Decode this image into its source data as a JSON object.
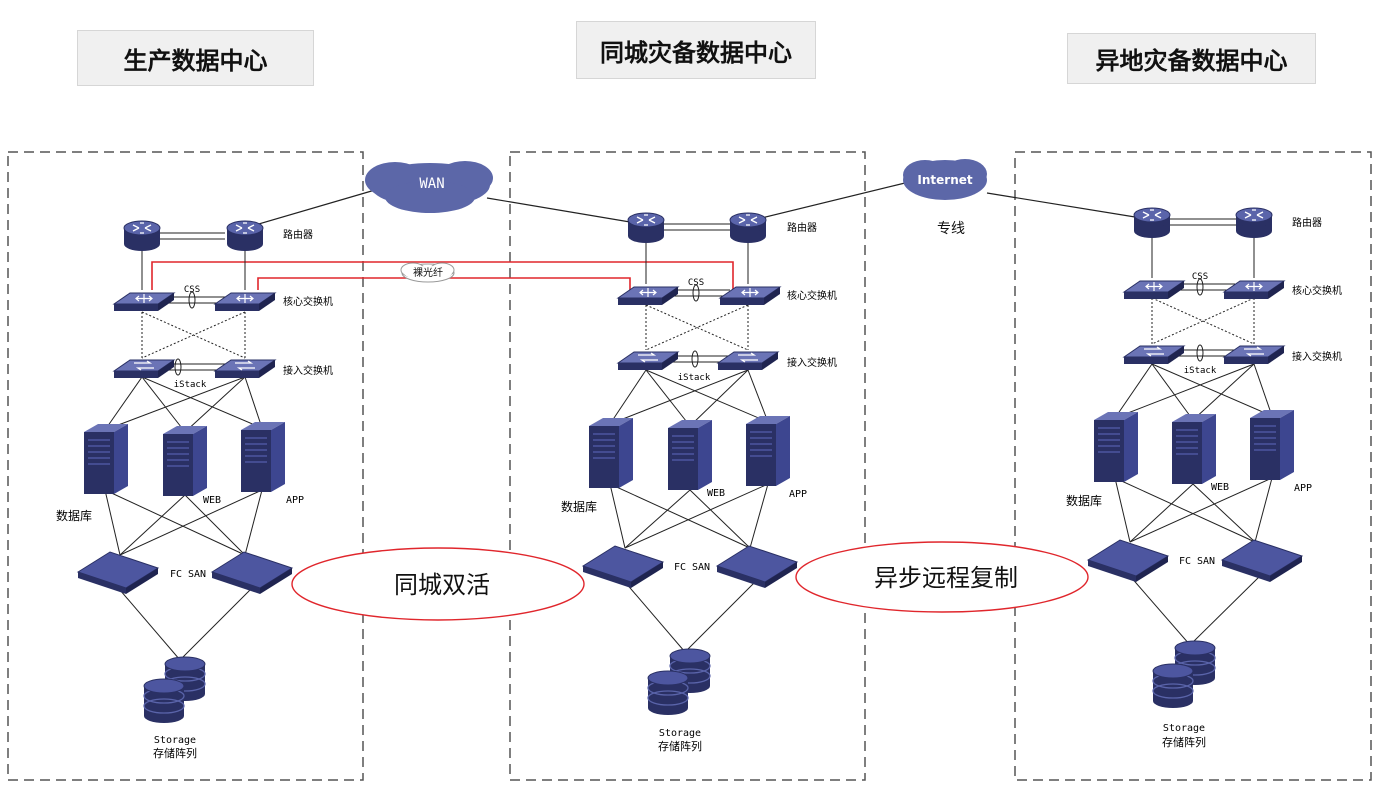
{
  "titles": {
    "production": "生产数据中心",
    "same_city": "同城灾备数据中心",
    "remote": "异地灾备数据中心"
  },
  "network": {
    "wan": "WAN",
    "internet": "Internet",
    "dedicated_line": "专线",
    "fiber": "裸光纤"
  },
  "device_labels": {
    "router": "路由器",
    "core_switch": "核心交换机",
    "access_switch": "接入交换机",
    "css": "CSS",
    "istack": "iStack",
    "database": "数据库",
    "web": "WEB",
    "app": "APP",
    "fc_san": "FC SAN",
    "storage": "Storage",
    "storage_cn": "存储阵列"
  },
  "relations": {
    "active_active": "同城双活",
    "async_replication": "异步远程复制"
  },
  "colors": {
    "device_dark": "#2a3064",
    "device_mid": "#3d4690",
    "device_light": "#6b74b6",
    "cloud": "#5c67a8",
    "fiber_red": "#e0262c",
    "dashed_border": "#555555"
  }
}
